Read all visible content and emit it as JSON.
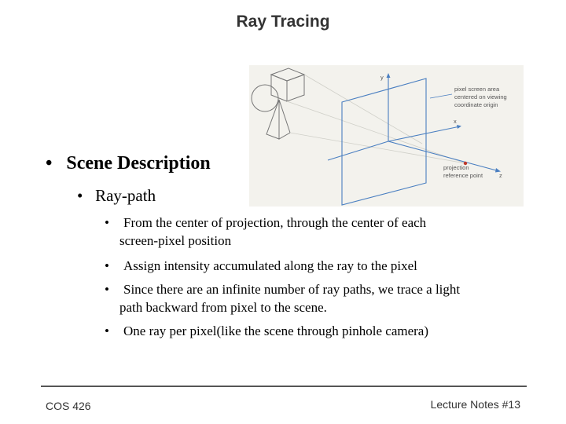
{
  "slide": {
    "title": "Ray Tracing",
    "level1": "Scene Description",
    "level2": "Ray-path",
    "level3": [
      {
        "line1": "From the center of projection, through the center of each",
        "line2": "screen-pixel position"
      },
      {
        "line1": "Assign intensity accumulated along the ray to the pixel",
        "line2": ""
      },
      {
        "line1": "Since there are an infinite number of ray paths, we trace a light",
        "line2": "path backward from pixel to the scene."
      },
      {
        "line1": "One ray per pixel(like the scene through pinhole camera)",
        "line2": ""
      }
    ],
    "bullet_glyph": "•"
  },
  "figure": {
    "axis_y": "y",
    "axis_x": "x",
    "axis_z": "z",
    "screen_label_1": "pixel screen area",
    "screen_label_2": "centered on viewing",
    "screen_label_3": "coordinate origin",
    "prp_label_1": "projection",
    "prp_label_2": "reference point",
    "colors": {
      "lines": "#4a7fc1",
      "shapes": "#777777",
      "prp_dot": "#c0392b",
      "background": "#f3f2ed"
    }
  },
  "footer": {
    "course": "COS 426",
    "notes": "Lecture Notes #13"
  }
}
